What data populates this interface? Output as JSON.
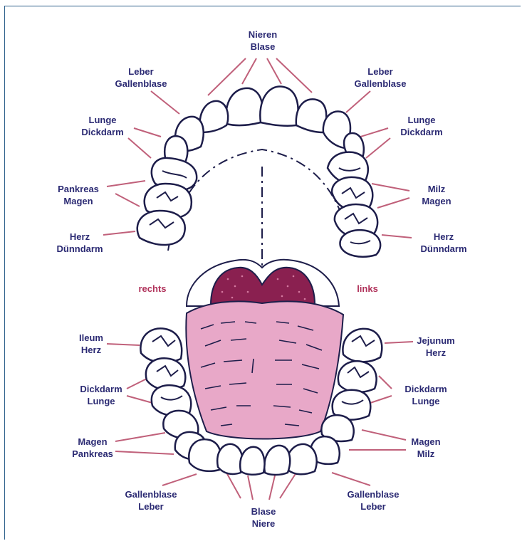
{
  "colors": {
    "label_text": "#2b2a73",
    "leader_line": "#c0607a",
    "side_text": "#b0315a",
    "tongue": "#e8a8c8",
    "throat": "#8a2050",
    "tooth_outline": "#1d1d4a"
  },
  "labels": {
    "upper_center": {
      "line1": "Nieren",
      "line2": "Blase"
    },
    "upper_left_1": {
      "line1": "Leber",
      "line2": "Gallenblase"
    },
    "upper_right_1": {
      "line1": "Leber",
      "line2": "Gallenblase"
    },
    "upper_left_2": {
      "line1": "Lunge",
      "line2": "Dickdarm"
    },
    "upper_right_2": {
      "line1": "Lunge",
      "line2": "Dickdarm"
    },
    "upper_left_3": {
      "line1": "Pankreas",
      "line2": "Magen"
    },
    "upper_right_3": {
      "line1": "Milz",
      "line2": "Magen"
    },
    "upper_left_4": {
      "line1": "Herz",
      "line2": "Dünndarm"
    },
    "upper_right_4": {
      "line1": "Herz",
      "line2": "Dünndarm"
    },
    "lower_left_1": {
      "line1": "Ileum",
      "line2": "Herz"
    },
    "lower_right_1": {
      "line1": "Jejunum",
      "line2": "Herz"
    },
    "lower_left_2": {
      "line1": "Dickdarm",
      "line2": "Lunge"
    },
    "lower_right_2": {
      "line1": "Dickdarm",
      "line2": "Lunge"
    },
    "lower_left_3": {
      "line1": "Magen",
      "line2": "Pankreas"
    },
    "lower_right_3": {
      "line1": "Magen",
      "line2": "Milz"
    },
    "lower_left_4": {
      "line1": "Gallenblase",
      "line2": "Leber"
    },
    "lower_right_4": {
      "line1": "Gallenblase",
      "line2": "Leber"
    },
    "lower_center": {
      "line1": "Blase",
      "line2": "Niere"
    }
  },
  "side_labels": {
    "right_side": "rechts",
    "left_side": "links"
  }
}
